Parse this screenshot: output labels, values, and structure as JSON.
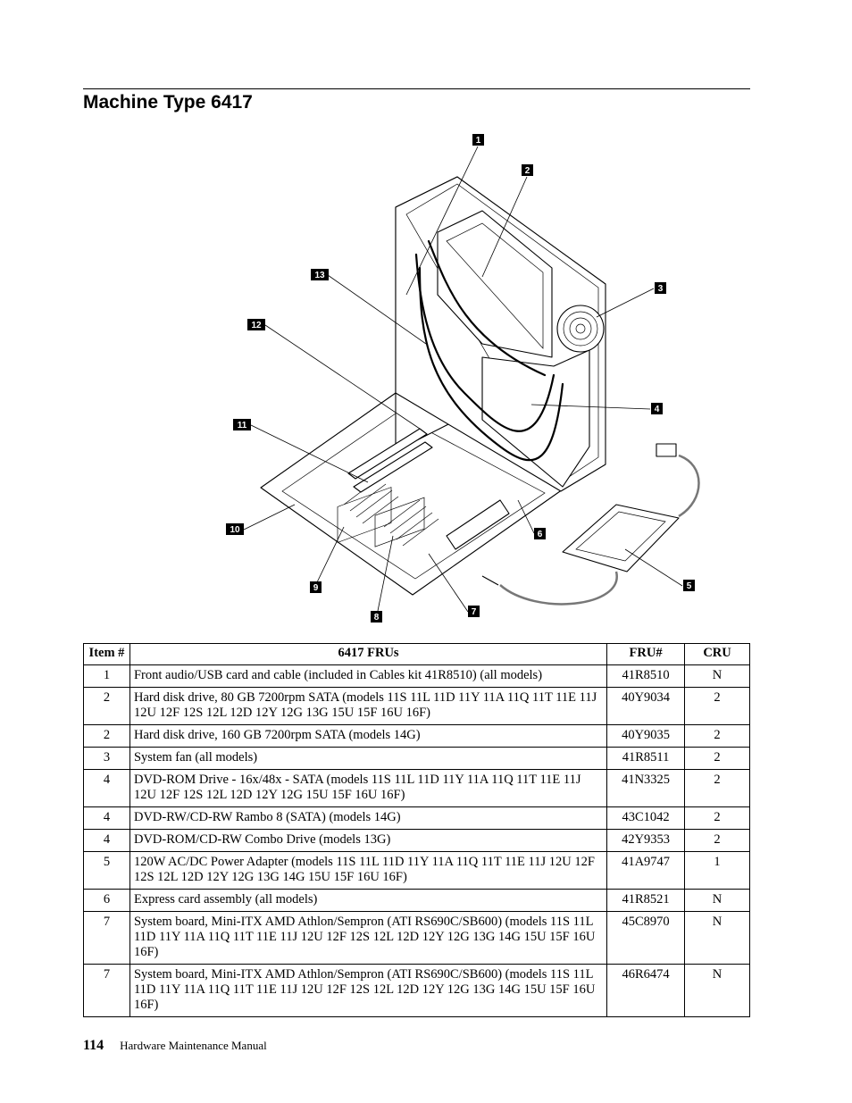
{
  "page": {
    "title": "Machine Type 6417",
    "footer": {
      "page_number": "114",
      "manual_title": "Hardware Maintenance Manual"
    }
  },
  "figure": {
    "callouts": [
      "1",
      "2",
      "3",
      "4",
      "5",
      "6",
      "7",
      "8",
      "9",
      "10",
      "11",
      "12",
      "13"
    ]
  },
  "table": {
    "headers": [
      "Item #",
      "6417 FRUs",
      "FRU#",
      "CRU"
    ],
    "rows": [
      [
        "1",
        "Front audio/USB card and cable (included in Cables kit 41R8510) (all models)",
        "41R8510",
        "N"
      ],
      [
        "2",
        "Hard disk drive, 80 GB 7200rpm SATA (models 11S 11L 11D 11Y 11A 11Q 11T 11E 11J 12U 12F 12S 12L 12D 12Y 12G 13G 15U 15F 16U 16F)",
        "40Y9034",
        "2"
      ],
      [
        "2",
        "Hard disk drive, 160 GB 7200rpm SATA (models 14G)",
        "40Y9035",
        "2"
      ],
      [
        "3",
        "System fan (all models)",
        "41R8511",
        "2"
      ],
      [
        "4",
        "DVD-ROM Drive - 16x/48x - SATA (models 11S 11L 11D 11Y 11A 11Q 11T 11E 11J 12U 12F 12S 12L 12D 12Y 12G 15U 15F 16U 16F)",
        "41N3325",
        "2"
      ],
      [
        "4",
        "DVD-RW/CD-RW Rambo 8 (SATA) (models 14G)",
        "43C1042",
        "2"
      ],
      [
        "4",
        "DVD-ROM/CD-RW Combo Drive (models 13G)",
        "42Y9353",
        "2"
      ],
      [
        "5",
        "120W AC/DC Power Adapter (models 11S 11L 11D 11Y 11A 11Q 11T 11E 11J 12U 12F 12S 12L 12D 12Y 12G 13G 14G 15U 15F 16U 16F)",
        "41A9747",
        "1"
      ],
      [
        "6",
        "Express card assembly (all models)",
        "41R8521",
        "N"
      ],
      [
        "7",
        "System board, Mini-ITX AMD Athlon/Sempron (ATI RS690C/SB600) (models 11S 11L 11D 11Y 11A 11Q 11T 11E 11J 12U 12F 12S 12L 12D 12Y 12G 13G 14G 15U 15F 16U 16F)",
        "45C8970",
        "N"
      ],
      [
        "7",
        "System board, Mini-ITX AMD Athlon/Sempron (ATI RS690C/SB600) (models 11S 11L 11D 11Y 11A 11Q 11T 11E 11J 12U 12F 12S 12L 12D 12Y 12G 13G 14G 15U 15F 16U 16F)",
        "46R6474",
        "N"
      ]
    ]
  }
}
